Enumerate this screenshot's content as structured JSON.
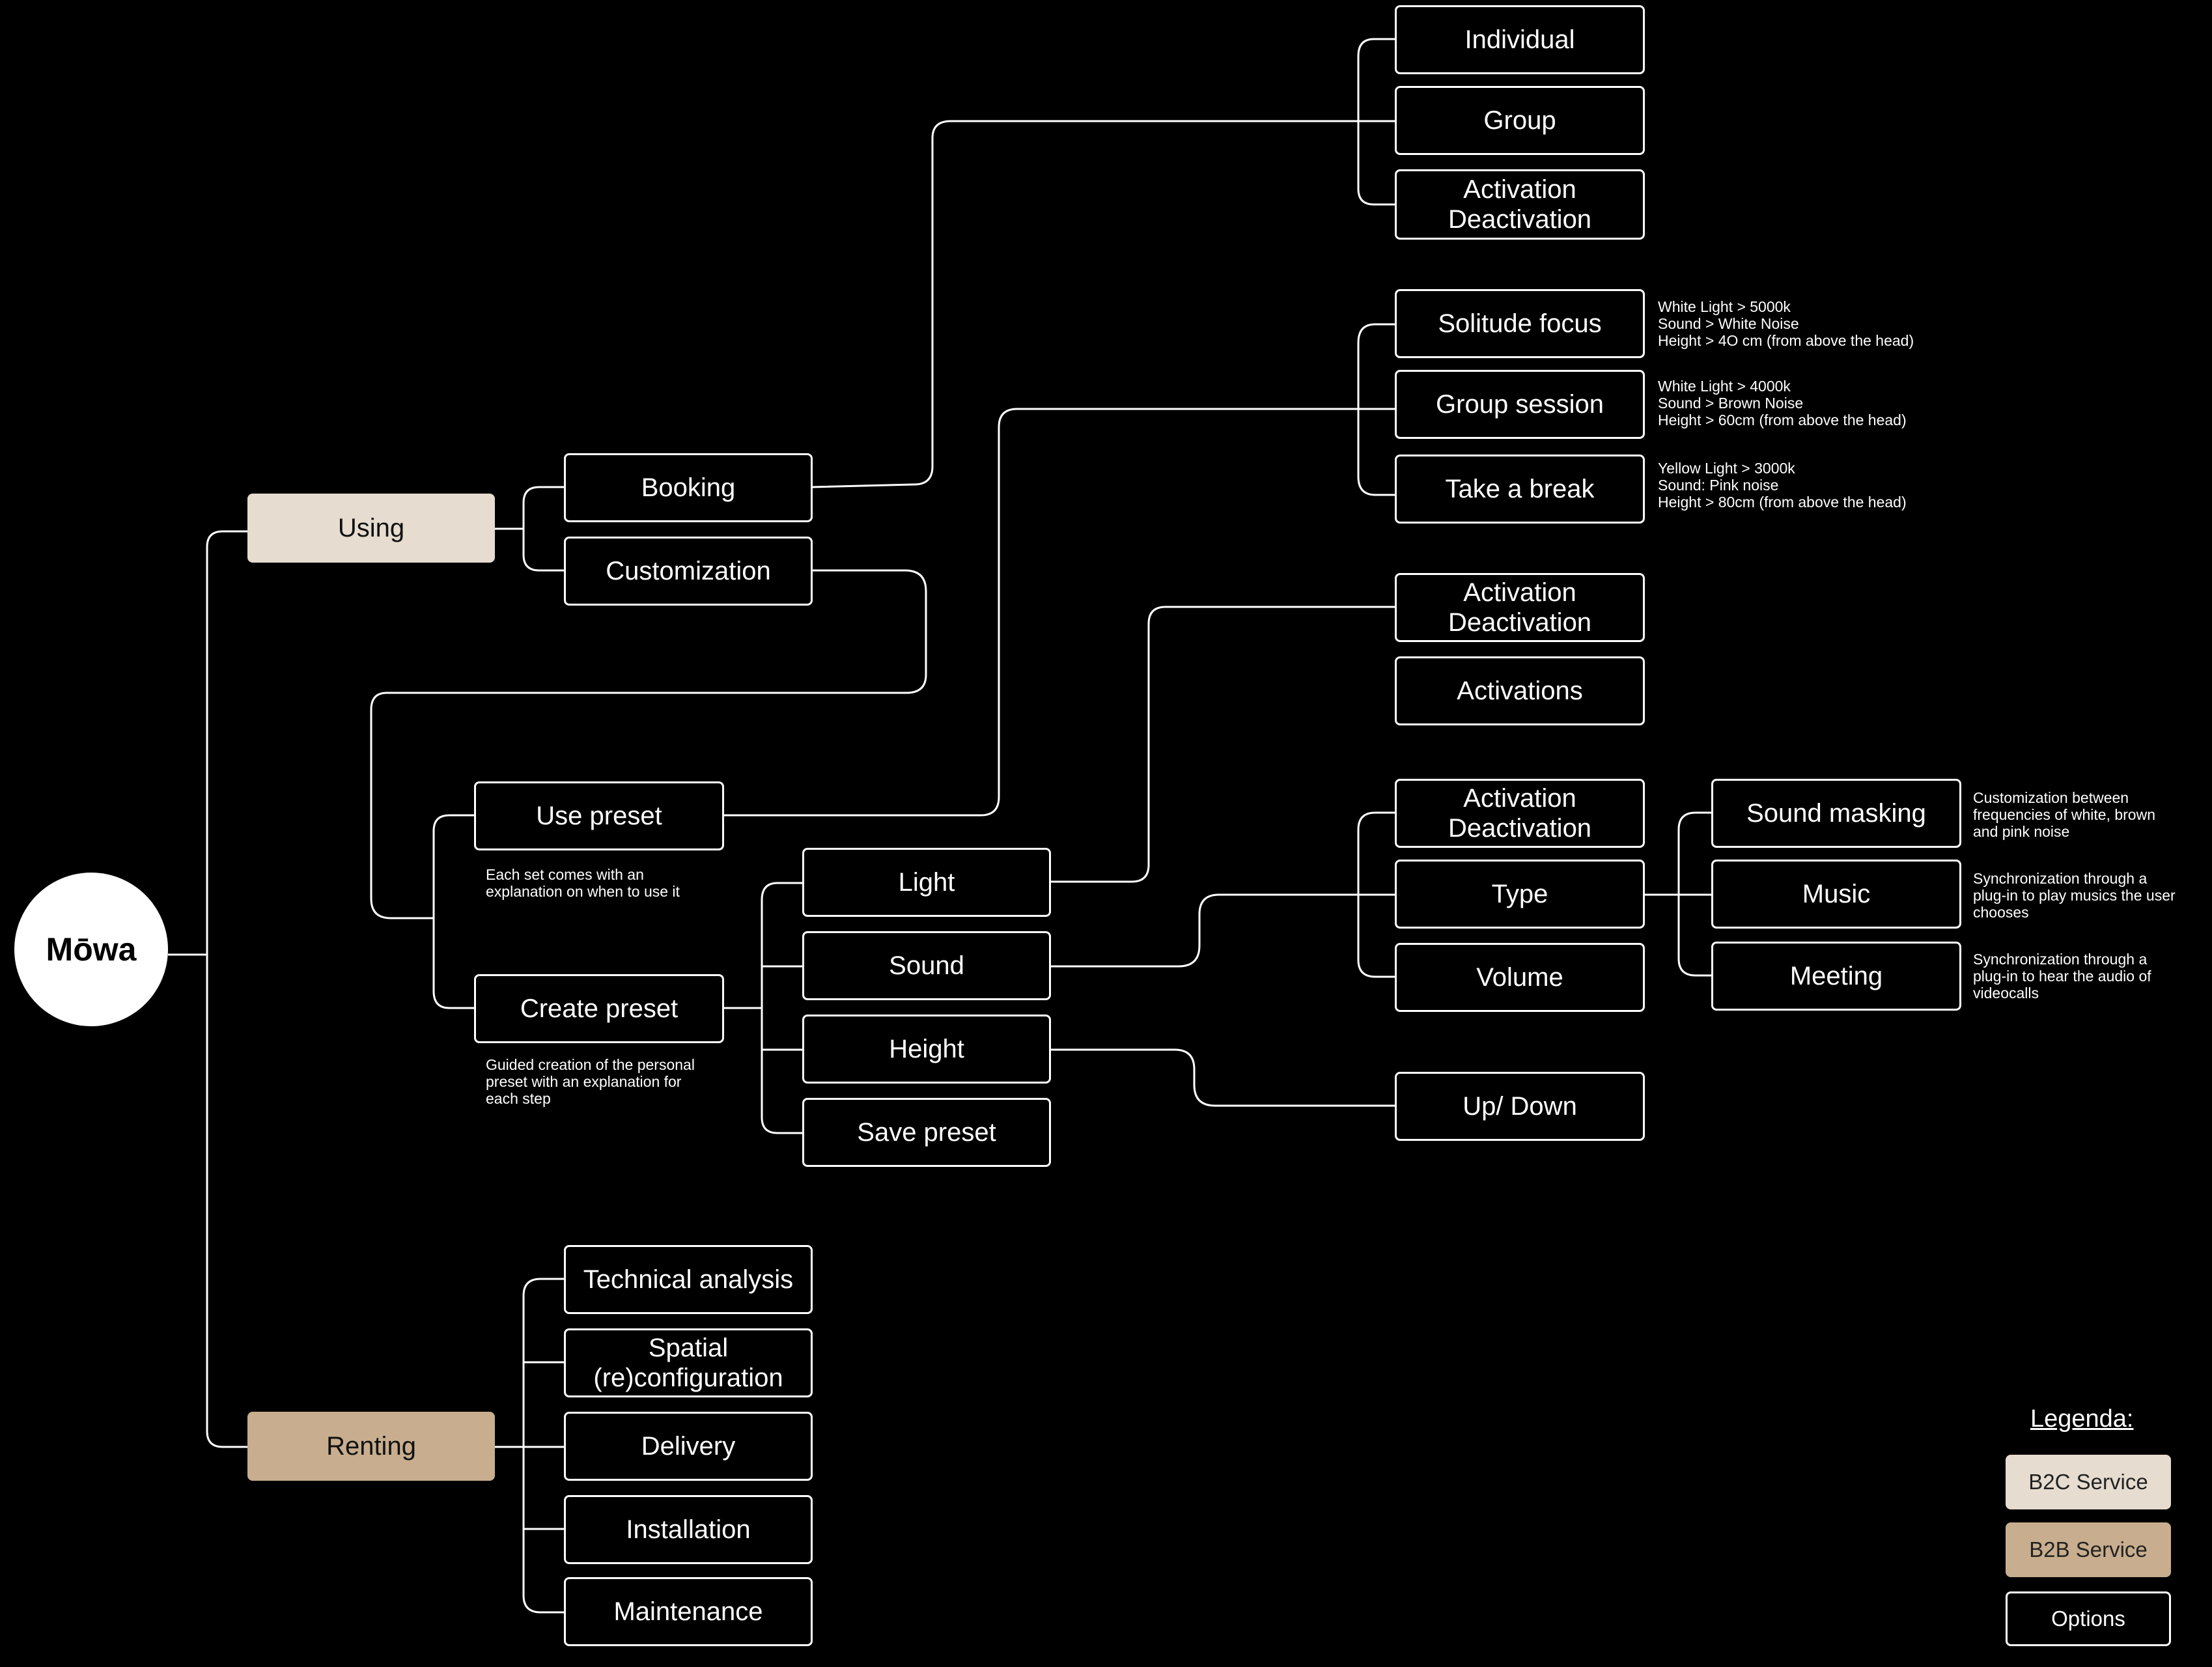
{
  "root": "Mōwa",
  "using": {
    "label": "Using",
    "booking": {
      "label": "Booking",
      "individual": "Individual",
      "group": "Group",
      "activation": [
        "Activation",
        "Deactivation"
      ]
    },
    "customization": {
      "label": "Customization"
    },
    "use_preset": {
      "label": "Use preset",
      "note": "Each set comes with an\nexplanation on when to use it",
      "presets": [
        {
          "label": "Solitude focus",
          "note": "White Light > 5000k\nSound > White Noise\nHeight > 4O cm (from above the head)"
        },
        {
          "label": "Group session",
          "note": "White Light > 4000k\nSound > Brown Noise\nHeight > 60cm (from above the head)"
        },
        {
          "label": "Take a break",
          "note": "Yellow Light > 3000k\nSound: Pink noise\nHeight > 80cm (from above the head)"
        }
      ]
    },
    "create_preset": {
      "label": "Create preset",
      "note": "Guided creation of the personal\npreset with an explanation for\neach step",
      "light": {
        "label": "Light",
        "activation": [
          "Activation",
          "Deactivation"
        ],
        "activations": "Activations"
      },
      "sound": {
        "label": "Sound",
        "activation": [
          "Activation",
          "Deactivation"
        ],
        "type": "Type",
        "volume": "Volume",
        "types": [
          {
            "label": "Sound masking",
            "note": "Customization between\nfrequencies of white, brown\nand pink noise"
          },
          {
            "label": "Music",
            "note": "Synchronization through a\nplug-in to play musics the user\nchooses"
          },
          {
            "label": "Meeting",
            "note": "Synchronization through a\nplug-in to hear the audio of\nvideocalls"
          }
        ]
      },
      "height": {
        "label": "Height",
        "updown": "Up/ Down"
      },
      "save": "Save preset"
    }
  },
  "renting": {
    "label": "Renting",
    "items": [
      "Technical analysis",
      [
        "Spatial",
        "(re)configuration"
      ],
      "Delivery",
      "Installation",
      "Maintenance"
    ]
  },
  "legend": {
    "title": "Legenda:",
    "b2c": "B2C Service",
    "b2b": "B2B Service",
    "options": "Options"
  },
  "colors": {
    "b2c": "#e6dcd0",
    "b2b": "#c8ae8e",
    "background": "#000000",
    "line": "#ffffff"
  }
}
